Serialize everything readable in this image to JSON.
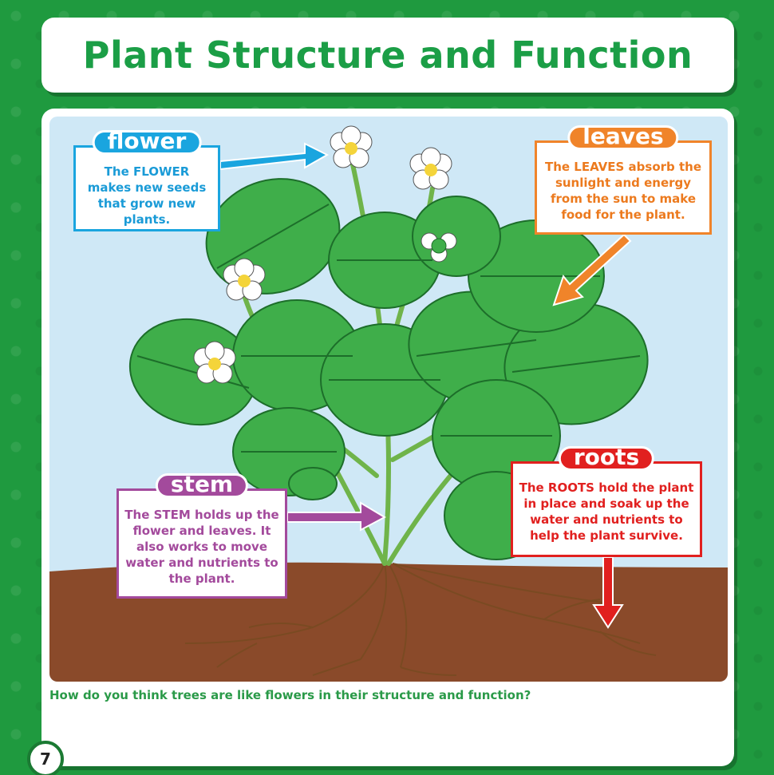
{
  "title": "Plant Structure and Function",
  "labels": {
    "flower": {
      "name": "flower",
      "text": "The FLOWER makes new seeds that grow new plants.",
      "color": "#1aa5df"
    },
    "leaves": {
      "name": "leaves",
      "text": "The LEAVES absorb the sunlight and energy from the sun to make food for the plant.",
      "color": "#f0842a"
    },
    "stem": {
      "name": "stem",
      "text": "The STEM holds up the flower and leaves. It also works to move water and nutrients to the plant.",
      "color": "#a34a9c"
    },
    "roots": {
      "name": "roots",
      "text": "The ROOTS hold the plant in place and soak up the water and nutrients to help the plant survive.",
      "color": "#e1201f"
    }
  },
  "question": "How do you think trees are like flowers in their structure and function?",
  "page_number": "7",
  "colors": {
    "background": "#1f9a3f",
    "title": "#1b9e46",
    "sky": "#cfe8f6",
    "soil": "#8a4a2a",
    "leaf": "#3fae4a"
  }
}
